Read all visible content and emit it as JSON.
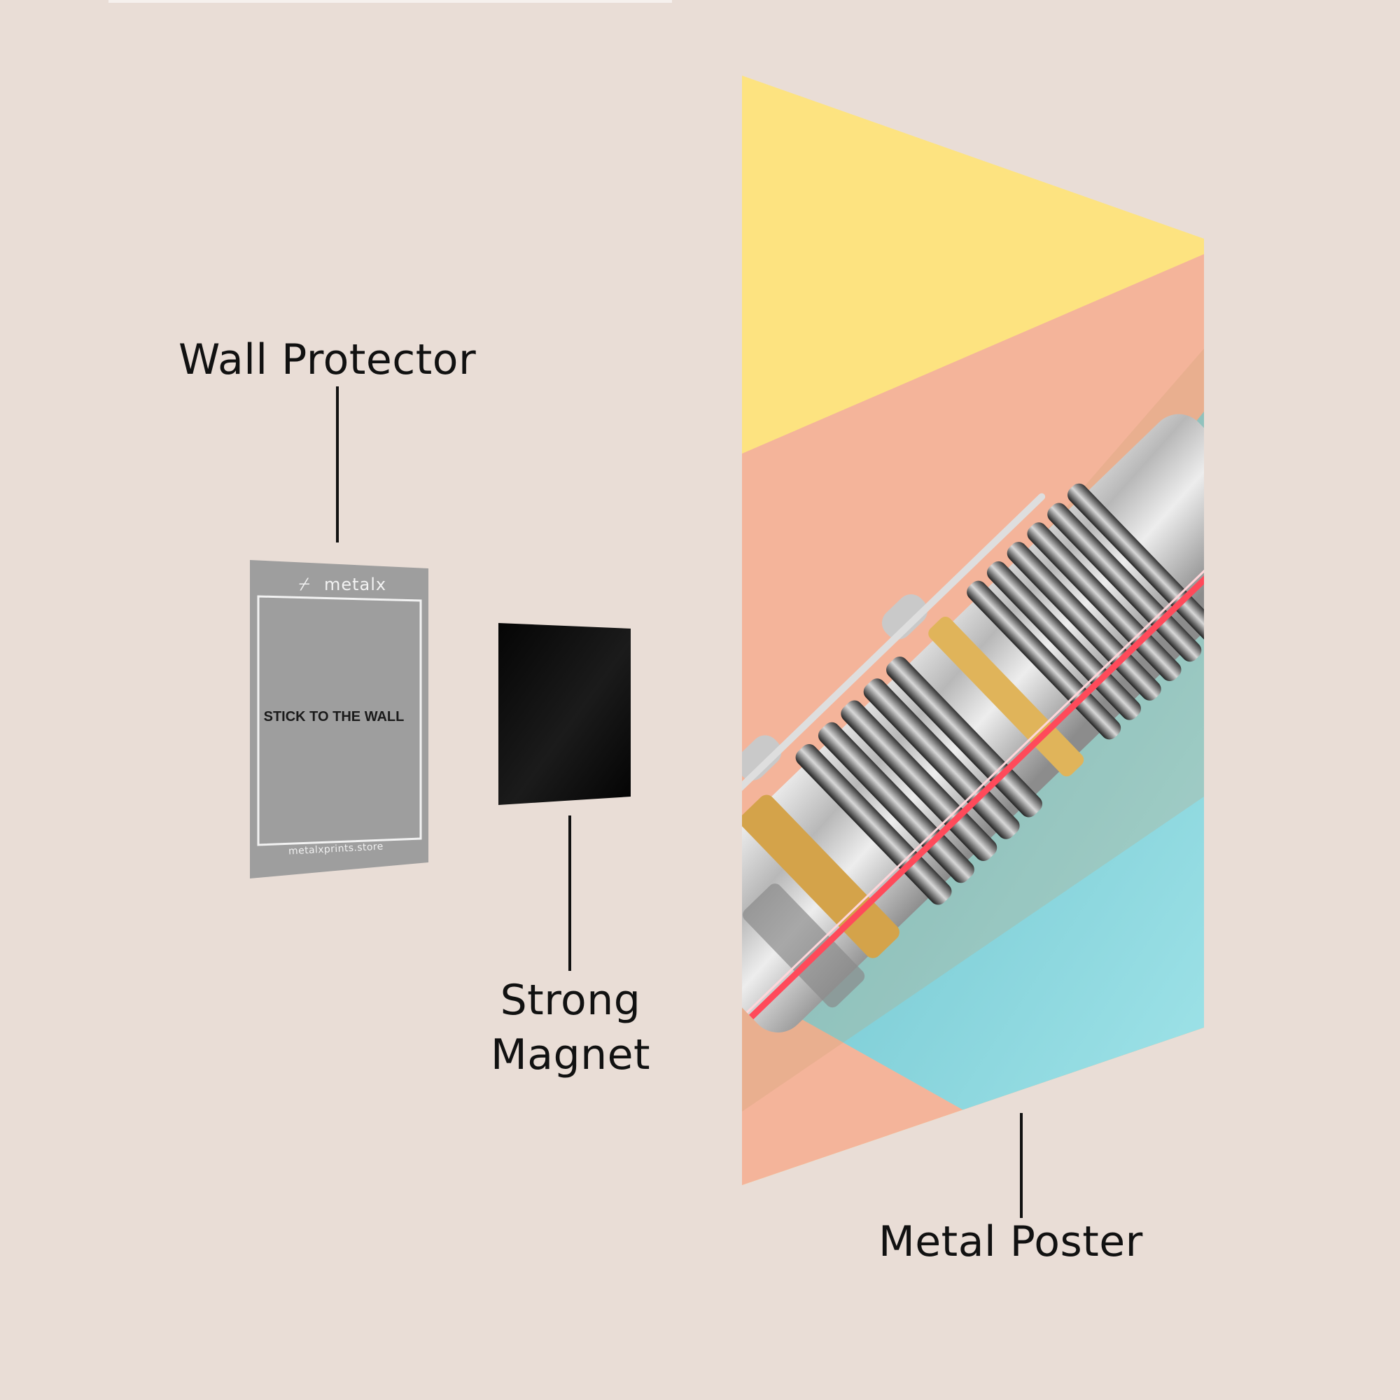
{
  "labels": {
    "wall_protector": "Wall Protector",
    "strong_magnet_line1": "Strong",
    "strong_magnet_line2": "Magnet",
    "metal_poster": "Metal Poster"
  },
  "wall_protector_plate": {
    "brand": "metalx",
    "brand_mark": "⌿",
    "instruction": "STICK TO THE WALL",
    "website": "metalxprints.store",
    "color": "#9e9e9e"
  },
  "magnet": {
    "color": "#0a0a0a"
  },
  "poster": {
    "colors": {
      "yellow": "#fde380",
      "peach": "#f4b49a",
      "cyan": "#8fdbe2",
      "metal": "#c9c9c9",
      "red": "#e03040"
    }
  }
}
